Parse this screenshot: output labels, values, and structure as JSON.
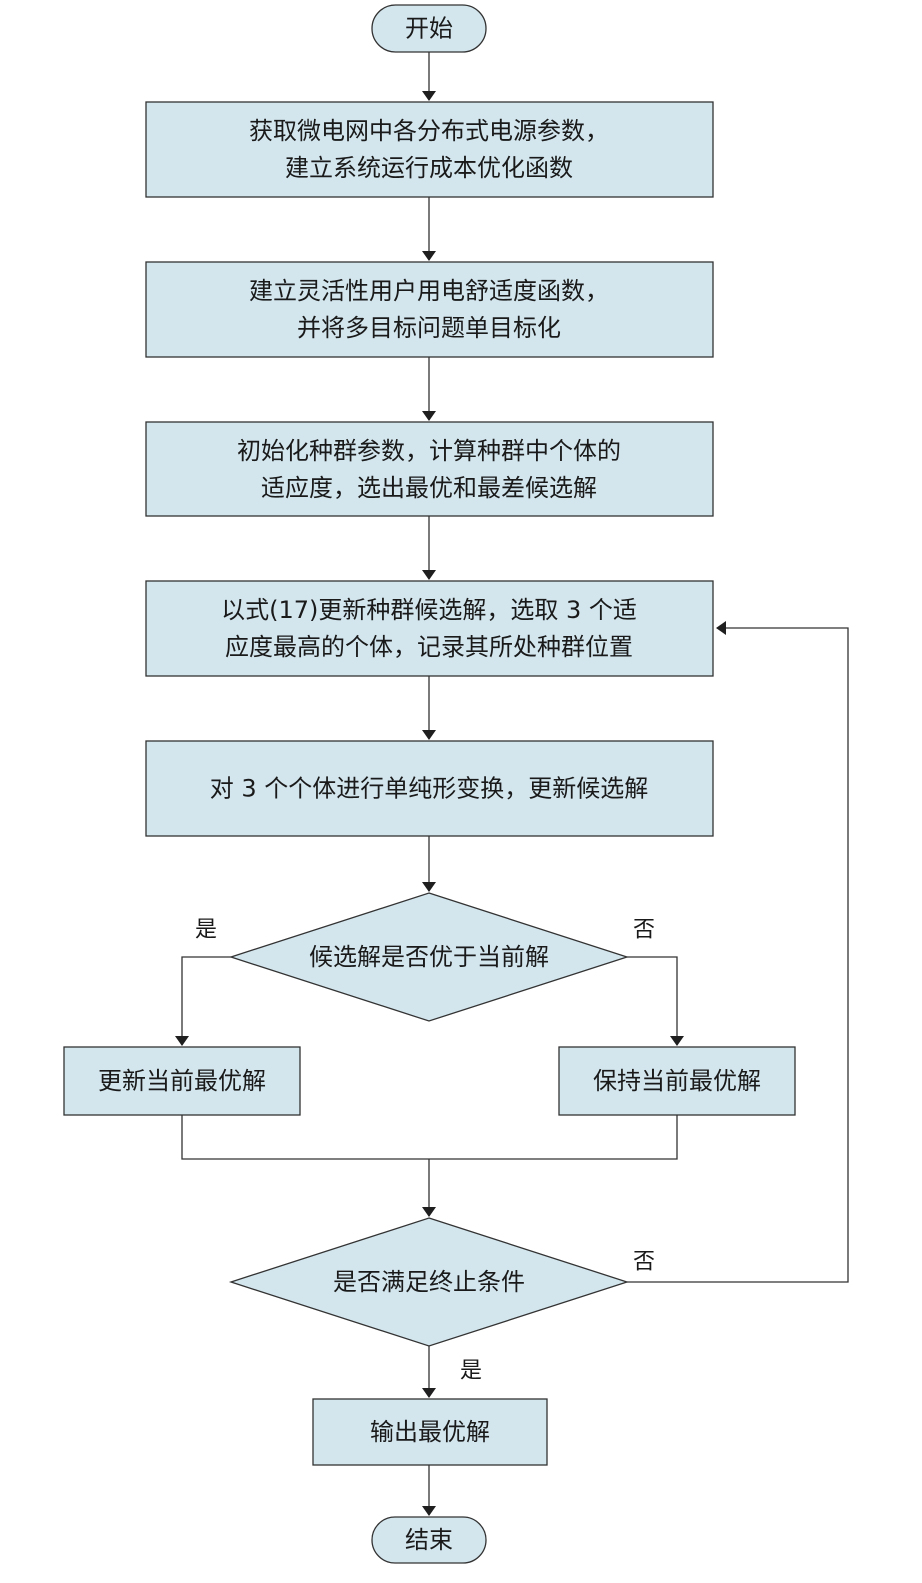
{
  "nodes": {
    "start": {
      "label": "开始"
    },
    "get_params": {
      "lines": [
        "获取微电网中各分布式电源参数，",
        "建立系统运行成本优化函数"
      ]
    },
    "comfort": {
      "lines": [
        "建立灵活性用户用电舒适度函数，",
        "并将多目标问题单目标化"
      ]
    },
    "init_pop": {
      "lines": [
        "初始化种群参数，计算种群中个体的",
        "适应度，选出最优和最差候选解"
      ]
    },
    "update_pop": {
      "lines": [
        "以式(17)更新种群候选解，选取 3 个适",
        "应度最高的个体，记录其所处种群位置"
      ]
    },
    "simplex": {
      "label": "对 3 个个体进行单纯形变换，更新候选解"
    },
    "decision_better": {
      "label": "候选解是否优于当前解"
    },
    "update_best": {
      "label": "更新当前最优解"
    },
    "keep_best": {
      "label": "保持当前最优解"
    },
    "decision_stop": {
      "label": "是否满足终止条件"
    },
    "output": {
      "label": "输出最优解"
    },
    "end": {
      "label": "结束"
    }
  },
  "branch_labels": {
    "better_yes": "是",
    "better_no": "否",
    "stop_no": "否",
    "stop_yes": "是"
  },
  "colors": {
    "box_fill": "#d3e6ee",
    "line": "#333333"
  }
}
